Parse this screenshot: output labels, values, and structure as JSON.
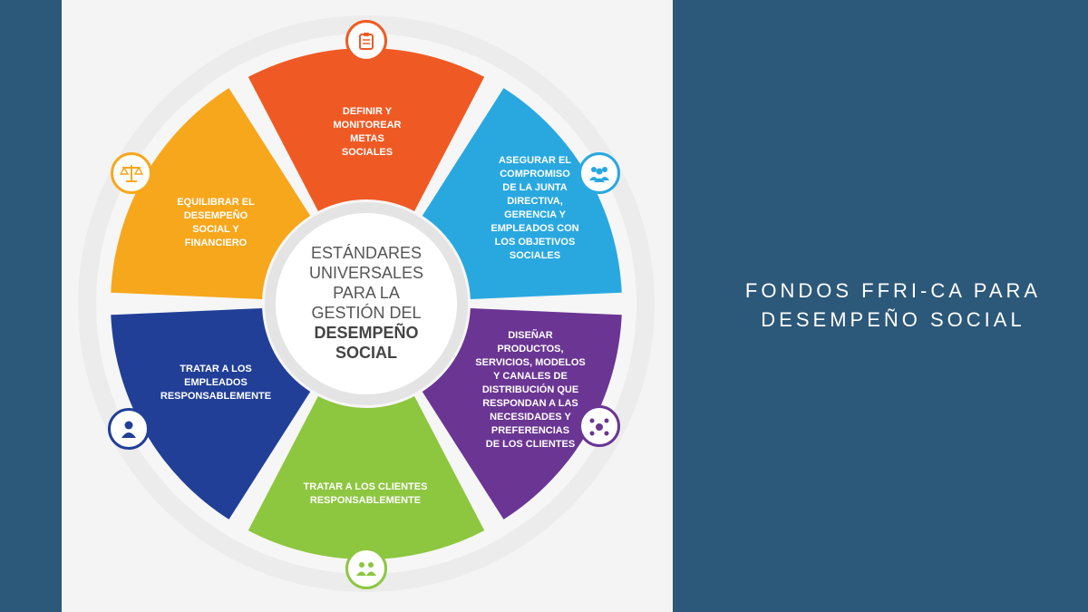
{
  "diagram": {
    "center": {
      "light_lines": [
        "ESTÁNDARES",
        "UNIVERSALES",
        "PARA LA",
        "GESTIÓN DEL"
      ],
      "bold_lines": [
        "DESEMPEÑO",
        "SOCIAL"
      ]
    },
    "segments": [
      {
        "text": "DEFINIR Y\nMONITOREAR\nMETAS\nSOCIALES",
        "color": "#ef5a24",
        "icon": "clipboard-icon"
      },
      {
        "text": "ASEGURAR EL\nCOMPROMISO\nDE LA JUNTA\nDIRECTIVA,\nGERENCIA Y\nEMPLEADOS CON\nLOS OBJETIVOS\nSOCIALES",
        "color": "#29a8e0",
        "icon": "group-icon"
      },
      {
        "text": "DISEÑAR\nPRODUCTOS,\nSERVICIOS, MODELOS\nY CANALES DE\nDISTRIBUCIÓN QUE\nRESPONDAN A LAS\nNECESIDADES Y\nPREFERENCIAS\nDE LOS CLIENTES",
        "color": "#6a3593",
        "icon": "network-icon"
      },
      {
        "text": "TRATAR A LOS CLIENTES\nRESPONSABLEMENTE",
        "color": "#8dc63f",
        "icon": "handshake-icon"
      },
      {
        "text": "TRATAR A LOS\nEMPLEADOS\nRESPONSABLEMENTE",
        "color": "#213f97",
        "icon": "person-icon"
      },
      {
        "text": "EQUILIBRAR EL\nDESEMPEÑO\nSOCIAL Y\nFINANCIERO",
        "color": "#f7a71c",
        "icon": "scale-icon"
      }
    ]
  },
  "title": {
    "line1": "FONDOS FFRI-CA PARA",
    "line2": "DESEMPEÑO SOCIAL"
  }
}
